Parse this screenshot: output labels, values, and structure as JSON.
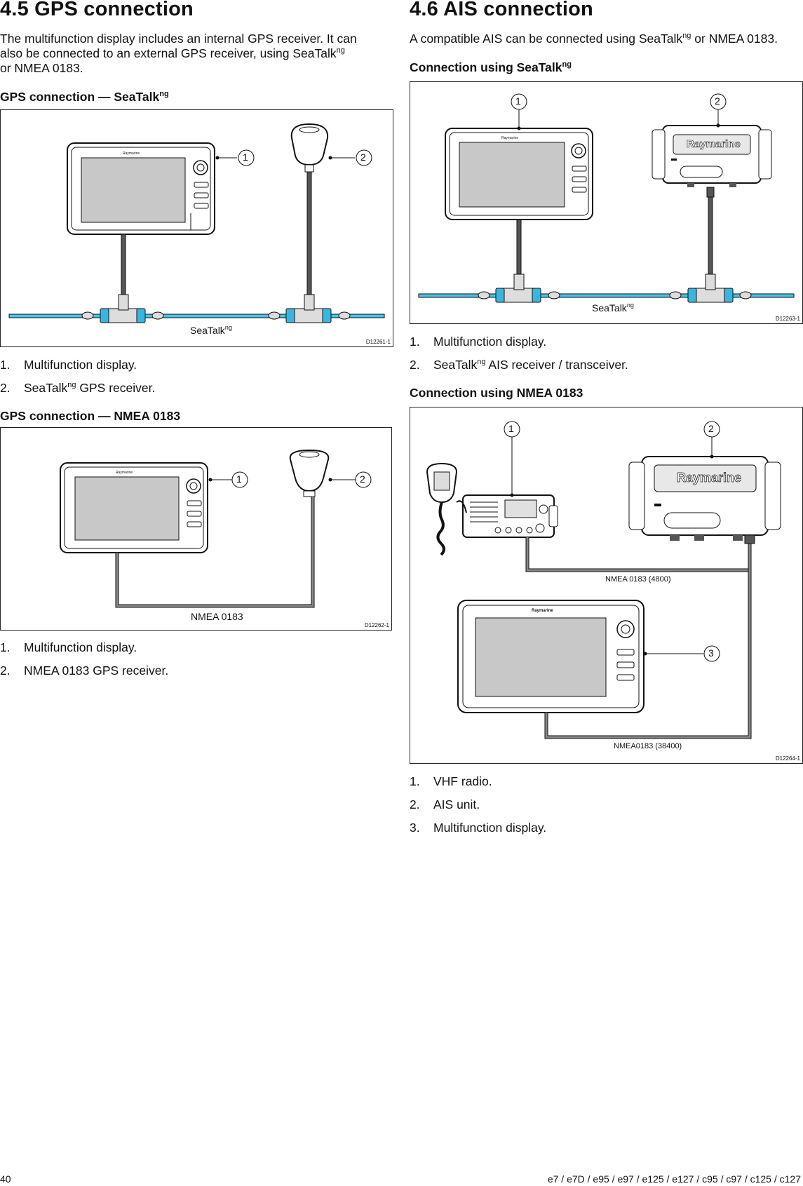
{
  "gps": {
    "heading": "4.5 GPS connection",
    "intro_line1": "The multifunction display includes an internal GPS receiver. It can",
    "intro_line2_pre": "also be connected to an external GPS receiver, using SeaTalk",
    "intro_line2_sup": "ng",
    "intro_line3": "or NMEA 0183.",
    "seatalk_section": {
      "title": "GPS connection — SeaTalk",
      "title_sup": "ng",
      "figure": {
        "code": "D12261-1",
        "bus_label": "SeaTalk",
        "bus_label_sup": "ng",
        "display_brand": "Raymarine",
        "callout_1": "1",
        "callout_2": "2"
      },
      "items": [
        {
          "num": "1.",
          "text": "Multifunction display."
        },
        {
          "num": "2.",
          "text_pre": "SeaTalk",
          "sup": "ng",
          "text_post": " GPS receiver."
        }
      ]
    },
    "nmea_section": {
      "title": "GPS connection — NMEA 0183",
      "figure": {
        "code": "D12262-1",
        "cable_label": "NMEA 0183",
        "display_brand": "Raymarine",
        "callout_1": "1",
        "callout_2": "2"
      },
      "items": [
        {
          "num": "1.",
          "text": "Multifunction display."
        },
        {
          "num": "2.",
          "text": "NMEA 0183 GPS receiver."
        }
      ]
    }
  },
  "ais": {
    "heading": "4.6 AIS connection",
    "intro_pre": "A compatible AIS can be connected using SeaTalk",
    "intro_sup": "ng",
    "intro_post": " or NMEA 0183.",
    "seatalk_section": {
      "title": "Connection using SeaTalk",
      "title_sup": "ng",
      "figure": {
        "code": "D12263-1",
        "bus_label": "SeaTalk",
        "bus_label_sup": "ng",
        "display_brand": "Raymarine",
        "ais_brand": "Raymarine",
        "callout_1": "1",
        "callout_2": "2"
      },
      "items": [
        {
          "num": "1.",
          "text": "Multifunction display."
        },
        {
          "num": "2.",
          "text_pre": "SeaTalk",
          "sup": "ng",
          "text_post": " AIS receiver / transceiver."
        }
      ]
    },
    "nmea_section": {
      "title": "Connection using NMEA 0183",
      "figure": {
        "code": "D12264-1",
        "cable_label_1": "NMEA 0183 (4800)",
        "cable_label_2": "NMEA0183 (38400)",
        "display_brand": "Raymarine",
        "ais_brand": "Raymarine",
        "callout_1": "1",
        "callout_2": "2",
        "callout_3": "3"
      },
      "items": [
        {
          "num": "1.",
          "text": "VHF radio."
        },
        {
          "num": "2.",
          "text": "AIS unit."
        },
        {
          "num": "3.",
          "text": "Multifunction display."
        }
      ]
    }
  },
  "footer": {
    "page_number": "40",
    "models": "e7 / e7D / e95 / e97 / e125 / e127 / c95 / c97 / c125 / c127"
  },
  "colors": {
    "seatalk_cable": "#4cc3e6",
    "connector_blue": "#39b6e0",
    "screen_gray": "#c8c8c8",
    "nmea_cable": "#777777"
  }
}
